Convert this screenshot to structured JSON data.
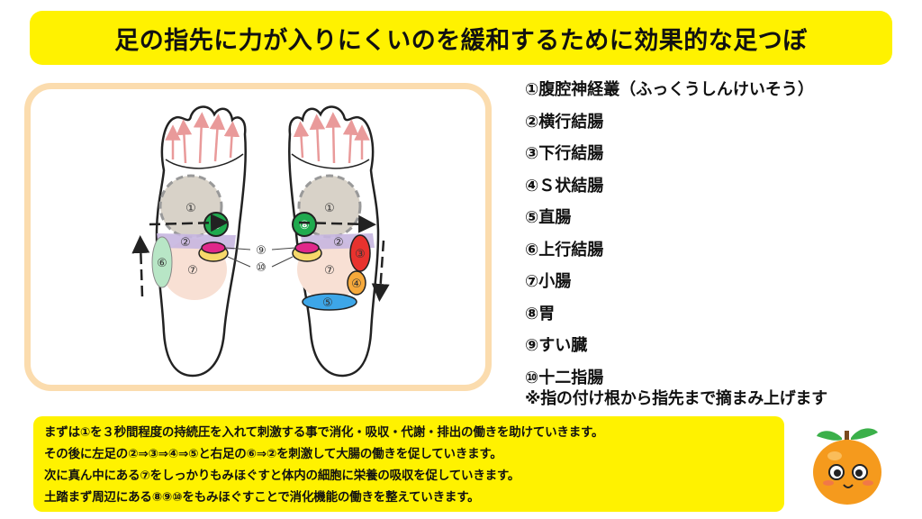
{
  "title": "足の指先に力が入りにくいのを緩和するために効果的な足つぼ",
  "legend": [
    "①腹腔神経叢（ふっくうしんけいそう）",
    "②横行結腸",
    "③下行結腸",
    "④Ｓ状結腸",
    "⑤直腸",
    "⑥上行結腸",
    "⑦小腸",
    "⑧胃",
    "⑨すい臓",
    "⑩十二指腸"
  ],
  "note": "※指の付け根から指先まで摘まみ上げます",
  "description": [
    "まずは①を３秒間程度の持続圧を入れて刺激する事で消化・吸収・代謝・排出の働きを助けていきます。",
    "その後に左足の②⇒③⇒④⇒⑤と右足の⑥⇒②を刺激して大腸の働きを促していきます。",
    "次に真ん中にある⑦をしっかりもみほぐすと体内の細胞に栄養の吸収を促していきます。",
    "土踏まず周辺にある⑧⑨⑩をもみほぐすことで消化機能の働きを整えていきます。"
  ],
  "diagram": {
    "labels": {
      "p1": "①",
      "p2": "②",
      "p3": "③",
      "p4": "④",
      "p5": "⑤",
      "p6": "⑥",
      "p7": "⑦",
      "p8": "⑧",
      "p9": "⑨",
      "p10": "⑩"
    },
    "colors": {
      "p1": "#d8d2c8",
      "p2": "#c7b6e0",
      "p3": "#e8322e",
      "p4": "#f6a93b",
      "p5": "#3da6e8",
      "p6": "#b8e6c6",
      "p7": "#f8e0d4",
      "p8": "#1faa4e",
      "p9": "#e0288a",
      "p10": "#f6d86a",
      "arrow": "#e99a9a",
      "foot_outline": "#222222",
      "frame": "#fbdcae"
    }
  },
  "colors": {
    "title_bg": "#fff200",
    "desc_bg": "#fff200"
  }
}
